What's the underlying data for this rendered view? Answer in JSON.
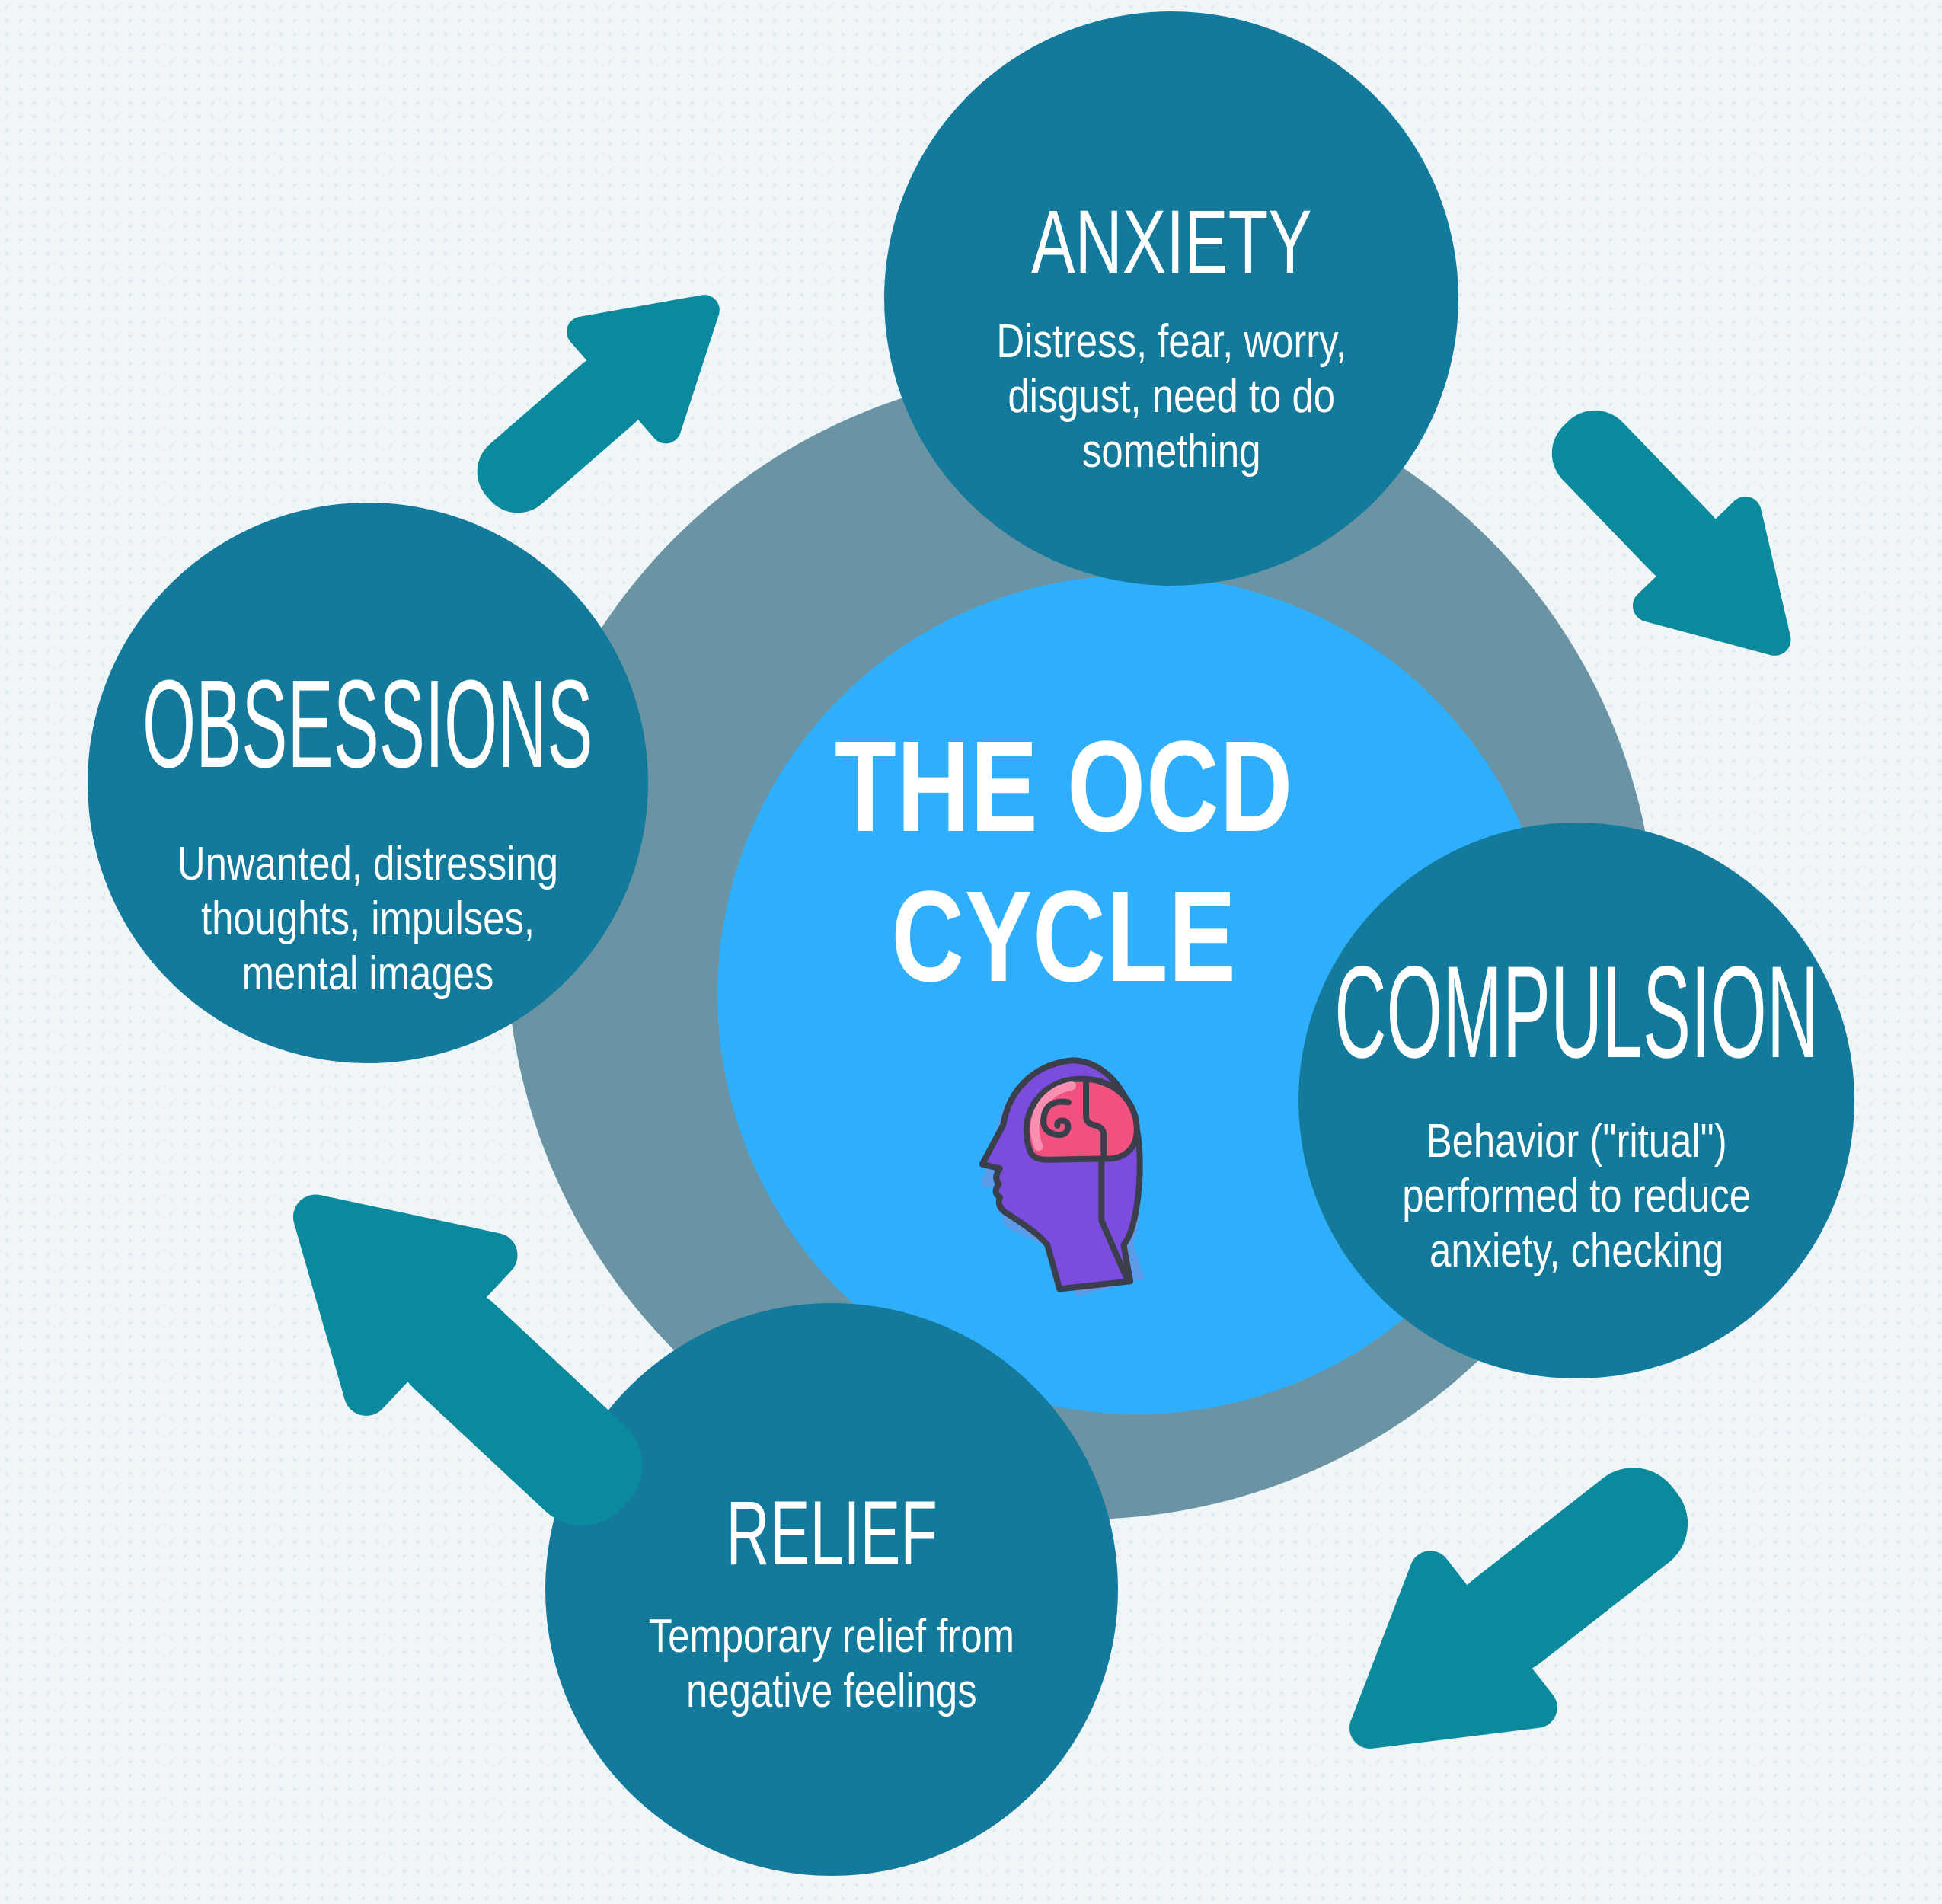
{
  "title": {
    "text": "THE OCD\nCYCLE"
  },
  "nodes": {
    "anxiety": {
      "heading": "ANXIETY",
      "body": "Distress, fear, worry,\ndisgust, need to do\nsomething"
    },
    "compulsion": {
      "heading": "COMPULSION",
      "body": "Behavior (\"ritual\")\nperformed to reduce\nanxiety, checking"
    },
    "relief": {
      "heading": "RELIEF",
      "body": "Temporary relief from\nnegative feelings"
    },
    "obsessions": {
      "heading": "OBSESSIONS",
      "body": "Unwanted, distressing\nthoughts, impulses,\nmental images"
    }
  },
  "arrows": [
    {
      "id": "obsessions-to-anxiety",
      "direction": "up-right"
    },
    {
      "id": "anxiety-to-compulsion",
      "direction": "down-right"
    },
    {
      "id": "compulsion-to-relief",
      "direction": "down-left"
    },
    {
      "id": "relief-to-obsessions",
      "direction": "up-left"
    }
  ],
  "icons": {
    "center": "head-brain-icon"
  },
  "colors": {
    "background": "#F0F6F8",
    "node_circle": "#137A9C",
    "ring": "#6A93A4",
    "center_circle": "#2FAFFB",
    "arrow": "#0C8A9D",
    "text": "#FFFFFF",
    "icon_outline": "#3A3F4B",
    "icon_head": "#7B4CDE",
    "icon_head_shadow": "#5B9BE8",
    "icon_brain": "#F0517E",
    "icon_brain_hi": "#F98FB0"
  }
}
